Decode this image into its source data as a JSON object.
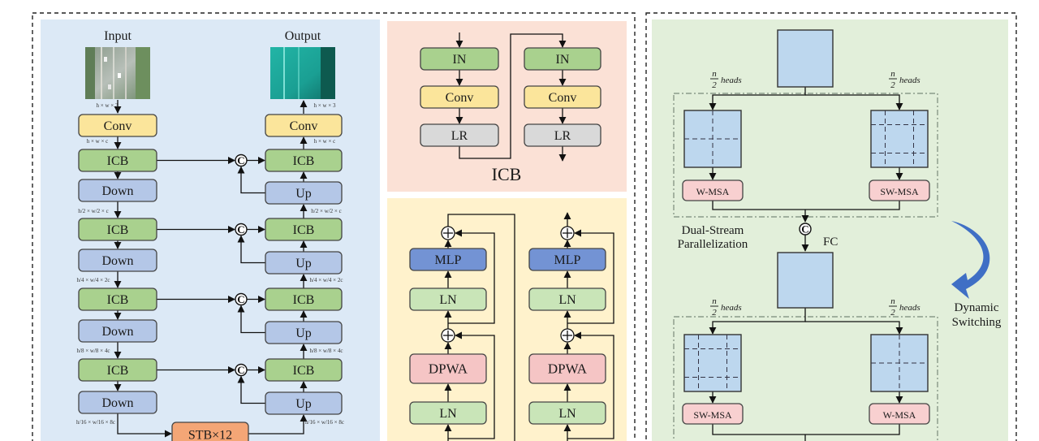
{
  "colors": {
    "conv": "#fbe59b",
    "icb": "#a9d18e",
    "down": "#b4c7e7",
    "stb": "#f4a676",
    "ln": "#c9e5b8",
    "mlp": "#7393d4",
    "dpwa": "#f5c5c5",
    "lr": "#d9d9d9",
    "wmsa": "#f8d0d0",
    "feature": "#bdd7ee",
    "panel_unet": "#dce9f6",
    "panel_icb": "#fbe1d6",
    "panel_stb": "#fff2cc",
    "panel_attn": "#e2efda",
    "switch_arrow": "#3f6fc5"
  },
  "unet": {
    "input_label": "Input",
    "output_label": "Output",
    "input_dim": "h × w × 3",
    "output_dim": "h × w × 3",
    "conv_in": "Conv",
    "conv_out": "Conv",
    "dim_c": "h × w × c",
    "dim_c_right": "h × w × c",
    "encoder": [
      "ICB",
      "Down",
      "ICB",
      "Down",
      "ICB",
      "Down",
      "ICB",
      "Down"
    ],
    "decoder": [
      "ICB",
      "Up",
      "ICB",
      "Up",
      "ICB",
      "Up",
      "ICB",
      "Up"
    ],
    "concat_symbol": "C",
    "bottleneck": "STB×12",
    "dims_left": [
      "h/2 × w/2 × c",
      "h/4 × w/4 × 2c",
      "h/8 × w/8 × 4c",
      "h/16 × w/16 × 8c"
    ],
    "dims_right": [
      "h/2 × w/2 × c",
      "h/4 × w/4 × 2c",
      "h/8 × w/8 × 4c",
      "h/16 × w/16 × 8c"
    ]
  },
  "icb_block": {
    "title": "ICB",
    "col1": [
      "IN",
      "Conv",
      "LR"
    ],
    "col2": [
      "IN",
      "Conv",
      "LR"
    ]
  },
  "stb_block": {
    "col1": [
      "MLP",
      "LN",
      "DPWA",
      "LN"
    ],
    "col2": [
      "MLP",
      "LN",
      "DPWA",
      "LN"
    ]
  },
  "attention": {
    "heads_label_top_left": "n/2 heads",
    "heads_label_top_right": "n/2 heads",
    "heads_label_bot_left": "n/2 heads",
    "heads_label_bot_right": "n/2 heads",
    "top_left_msa": "W-MSA",
    "top_right_msa": "SW-MSA",
    "bot_left_msa": "SW-MSA",
    "bot_right_msa": "W-MSA",
    "dual_stream_line1": "Dual-Stream",
    "dual_stream_line2": "Parallelization",
    "concat_symbol": "C",
    "fc_label": "FC",
    "dynamic_line1": "Dynamic",
    "dynamic_line2": "Switching"
  }
}
